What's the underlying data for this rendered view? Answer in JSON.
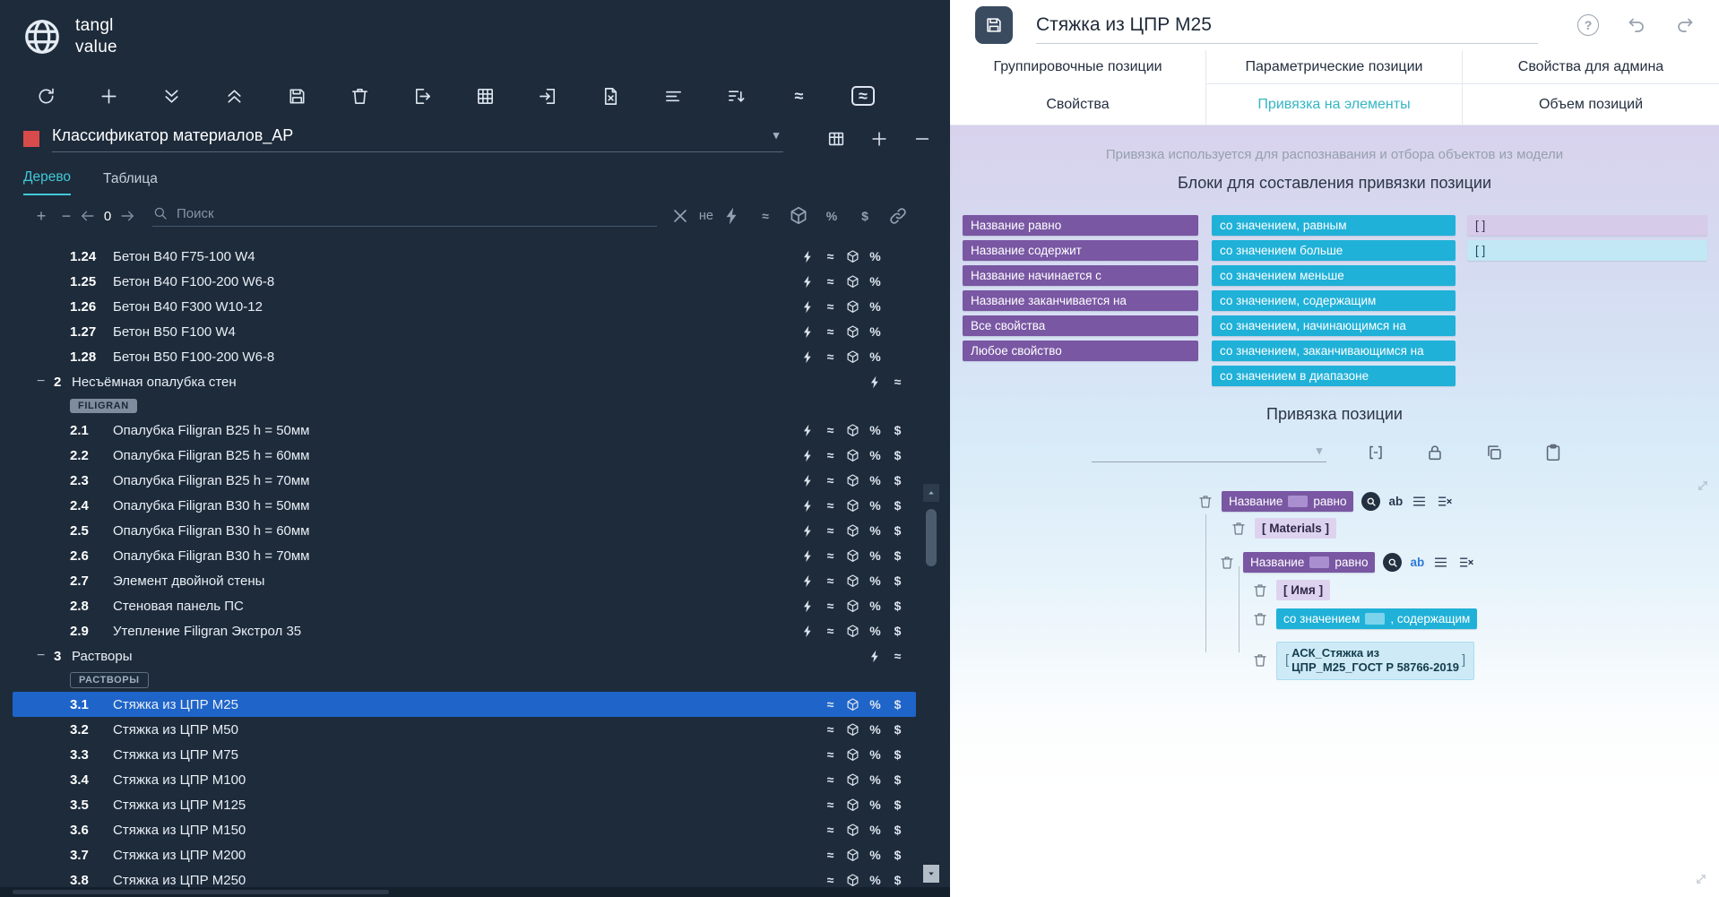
{
  "brand": {
    "line1": "tangl",
    "line2": "value"
  },
  "toolbar": {
    "icons": [
      "refresh",
      "add",
      "expand-all",
      "collapse-all",
      "save",
      "delete",
      "export",
      "excel",
      "import",
      "file-remove",
      "align-left",
      "sort",
      "approx",
      "approx-box"
    ]
  },
  "classifier": {
    "title": "Классификатор материалов_АР"
  },
  "left_tabs": {
    "tree": "Дерево",
    "table": "Таблица"
  },
  "search": {
    "plus": "+",
    "minus": "−",
    "counter": "0",
    "placeholder": "Поиск",
    "not_label": "не",
    "filters_left": [
      "close"
    ],
    "filters_right": [
      "bolt",
      "approx",
      "cube",
      "percent",
      "dollar",
      "link"
    ]
  },
  "tree": {
    "rows": [
      {
        "num": "1.24",
        "label": "Бетон B40 F75-100 W4",
        "slots": [
          "bolt",
          "approx",
          "cube",
          "percent",
          null
        ]
      },
      {
        "num": "1.25",
        "label": "Бетон B40 F100-200 W6-8",
        "slots": [
          "bolt",
          "approx",
          "cube",
          "percent",
          null
        ]
      },
      {
        "num": "1.26",
        "label": "Бетон B40 F300 W10-12",
        "slots": [
          "bolt",
          "approx",
          "cube",
          "percent",
          null
        ]
      },
      {
        "num": "1.27",
        "label": "Бетон B50 F100 W4",
        "slots": [
          "bolt",
          "approx",
          "cube",
          "percent",
          null
        ]
      },
      {
        "num": "1.28",
        "label": "Бетон B50 F100-200 W6-8",
        "slots": [
          "bolt",
          "approx",
          "cube",
          "percent",
          null
        ]
      },
      {
        "num": "2",
        "label": "Несъёмная опалубка стен",
        "group": true,
        "tag": "FILIGRAN",
        "tag_style": "solid",
        "slots": [
          null,
          null,
          null,
          "bolt",
          "approx"
        ]
      },
      {
        "num": "2.1",
        "label": "Опалубка Filigran B25 h = 50мм",
        "slots": [
          "bolt",
          "approx",
          "cube",
          "percent",
          "dollar"
        ]
      },
      {
        "num": "2.2",
        "label": "Опалубка Filigran B25 h = 60мм",
        "slots": [
          "bolt",
          "approx",
          "cube",
          "percent",
          "dollar"
        ]
      },
      {
        "num": "2.3",
        "label": "Опалубка Filigran B25 h = 70мм",
        "slots": [
          "bolt",
          "approx",
          "cube",
          "percent",
          "dollar"
        ]
      },
      {
        "num": "2.4",
        "label": "Опалубка Filigran B30 h = 50мм",
        "slots": [
          "bolt",
          "approx",
          "cube",
          "percent",
          "dollar"
        ]
      },
      {
        "num": "2.5",
        "label": "Опалубка Filigran B30 h = 60мм",
        "slots": [
          "bolt",
          "approx",
          "cube",
          "percent",
          "dollar"
        ]
      },
      {
        "num": "2.6",
        "label": "Опалубка Filigran B30 h = 70мм",
        "slots": [
          "bolt",
          "approx",
          "cube",
          "percent",
          "dollar"
        ]
      },
      {
        "num": "2.7",
        "label": "Элемент двойной стены",
        "slots": [
          "bolt",
          "approx",
          "cube",
          "percent",
          "dollar"
        ]
      },
      {
        "num": "2.8",
        "label": "Стеновая панель ПС",
        "slots": [
          "bolt",
          "approx",
          "cube",
          "percent",
          "dollar"
        ]
      },
      {
        "num": "2.9",
        "label": "Утепление Filigran Экстрол 35",
        "slots": [
          "bolt",
          "approx",
          "cube",
          "percent",
          "dollar"
        ]
      },
      {
        "num": "3",
        "label": "Растворы",
        "group": true,
        "tag": "РАСТВОРЫ",
        "tag_style": "outline",
        "slots": [
          null,
          null,
          null,
          "bolt",
          "approx"
        ]
      },
      {
        "num": "3.1",
        "label": "Стяжка из ЦПР М25",
        "selected": true,
        "slots": [
          null,
          "approx",
          "cube",
          "percent",
          "dollar"
        ]
      },
      {
        "num": "3.2",
        "label": "Стяжка из ЦПР М50",
        "slots": [
          null,
          "approx",
          "cube",
          "percent",
          "dollar"
        ]
      },
      {
        "num": "3.3",
        "label": "Стяжка из ЦПР М75",
        "slots": [
          null,
          "approx",
          "cube",
          "percent",
          "dollar"
        ]
      },
      {
        "num": "3.4",
        "label": "Стяжка из ЦПР М100",
        "slots": [
          null,
          "approx",
          "cube",
          "percent",
          "dollar"
        ]
      },
      {
        "num": "3.5",
        "label": "Стяжка из ЦПР М125",
        "slots": [
          null,
          "approx",
          "cube",
          "percent",
          "dollar"
        ]
      },
      {
        "num": "3.6",
        "label": "Стяжка из ЦПР М150",
        "slots": [
          null,
          "approx",
          "cube",
          "percent",
          "dollar"
        ]
      },
      {
        "num": "3.7",
        "label": "Стяжка из ЦПР М200",
        "slots": [
          null,
          "approx",
          "cube",
          "percent",
          "dollar"
        ]
      },
      {
        "num": "3.8",
        "label": "Стяжка из ЦПР М250",
        "slots": [
          null,
          "approx",
          "cube",
          "percent",
          "dollar"
        ]
      }
    ]
  },
  "right": {
    "title_value": "Стяжка из ЦПР М25",
    "help_glyph": "?",
    "top_tabs": [
      "Группировочные позиции",
      "Параметрические позиции",
      "Свойства для админа"
    ],
    "sub_tabs": [
      "Свойства",
      "Привязка на элементы",
      "Объем позиций"
    ],
    "active_sub_tab": "Привязка на элементы",
    "info": "Привязка используется для распознавания и отбора объектов из модели",
    "blocks_heading": "Блоки для составления привязки позиции",
    "palette": {
      "property_blocks": [
        "Название равно",
        "Название содержит",
        "Название начинается с",
        "Название заканчивается на",
        "Все свойства",
        "Любое свойство"
      ],
      "condition_blocks": [
        "со значением, равным",
        "со значением больше",
        "со значением меньше",
        "со значением, содержащим",
        "со значением, начинающимся на",
        "со значением, заканчивающимся на",
        "со значением в диапазоне"
      ],
      "value_blocks": [
        {
          "text": "[  ]",
          "style": "purple-light"
        },
        {
          "text": "[  ]",
          "style": "cyan-light"
        }
      ]
    },
    "binding": {
      "heading": "Привязка позиции",
      "rows": [
        {
          "before": "Название",
          "after": "равно",
          "ab": "ab"
        },
        {
          "text": "[ Materials ]"
        },
        {
          "before": "Название",
          "after": "равно",
          "ab": "ab"
        },
        {
          "text": "[ Имя ]"
        },
        {
          "before": "со значением",
          "after": ", содержащим"
        },
        {
          "bracket_open": "[",
          "line1": "АСК_Стяжка из",
          "line2": "ЦПР_М25_ГОСТ Р 58766-2019",
          "bracket_close": "]"
        }
      ]
    }
  }
}
